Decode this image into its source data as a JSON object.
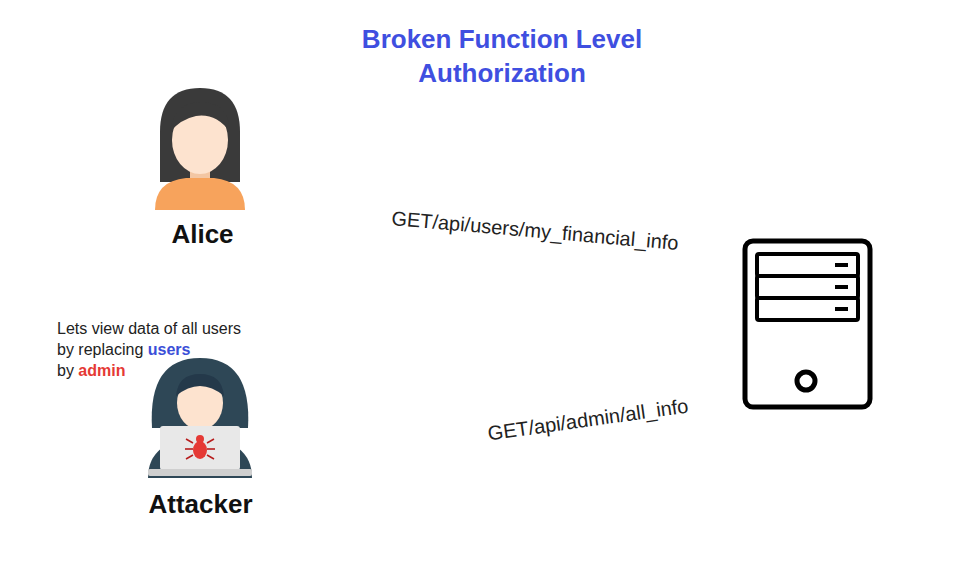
{
  "diagram": {
    "title": "Broken Function Level Authorization",
    "nodes": [
      {
        "text": [
          "Alice"
        ]
      },
      {
        "text": [
          "Attacker"
        ]
      }
    ],
    "labels": [
      "Lets view data of all users",
      "by replacing",
      "users",
      "by",
      "admin",
      "GET/api/users/my_financial_info",
      "GET/api/admin/all_info"
    ]
  }
}
